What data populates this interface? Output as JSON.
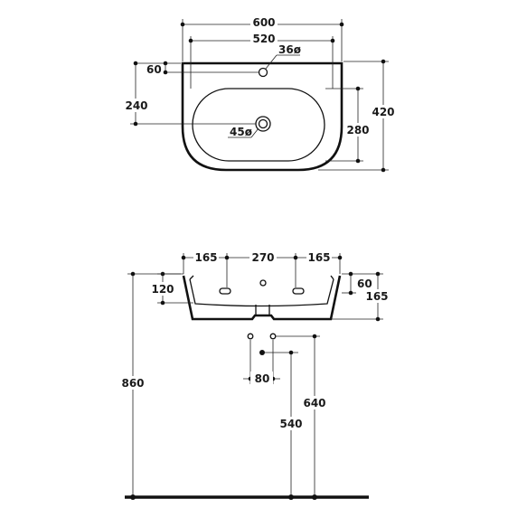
{
  "top_view": {
    "width_overall": "600",
    "width_inner": "520",
    "tap_hole_diameter": "36ø",
    "tap_hole_offset": "60",
    "tap_to_drain": "240",
    "depth_overall": "420",
    "bowl_depth": "280",
    "drain_diameter": "45ø"
  },
  "front_view": {
    "left_segment": "165",
    "middle_segment": "270",
    "right_segment": "165",
    "overflow_height": "120",
    "rim_height": "60",
    "body_height": "165",
    "waste_spacing": "80",
    "mounting_height": "860",
    "waste_height_a": "540",
    "waste_height_b": "640"
  }
}
